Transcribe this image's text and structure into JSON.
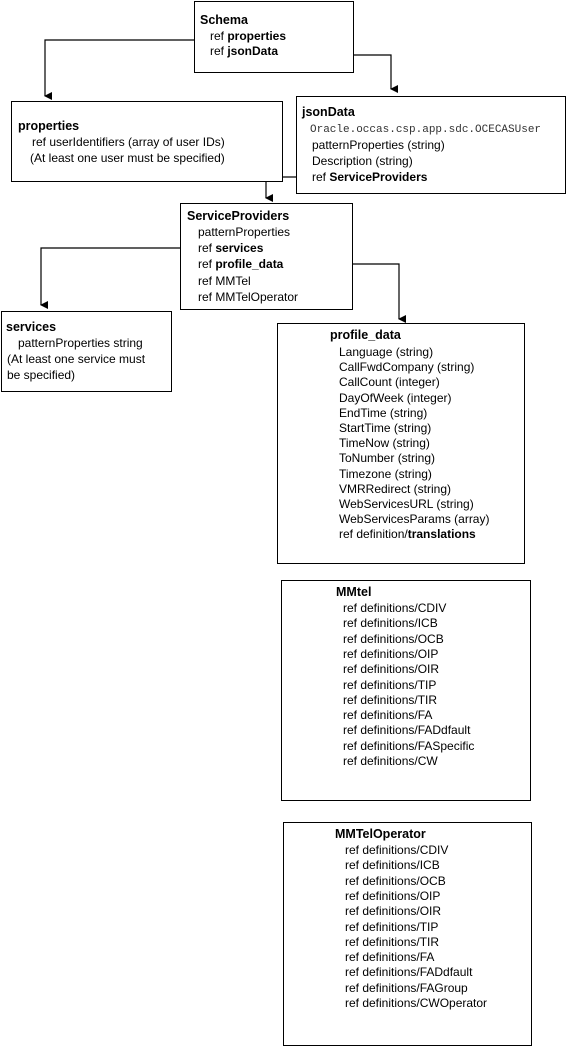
{
  "schema": {
    "title": "Schema",
    "lines": [
      {
        "prefix": "ref ",
        "bold": "properties"
      },
      {
        "prefix": "ref ",
        "bold": "jsonData"
      }
    ]
  },
  "properties": {
    "title": "properties",
    "lines": [
      "ref userIdentifiers (array of user IDs)",
      "(At least one user must be specified)"
    ]
  },
  "jsonData": {
    "title": "jsonData",
    "mono": "Oracle.occas.csp.app.sdc.OCECASUser",
    "lines": [
      "patternProperties (string)",
      "Description (string)"
    ],
    "ref_prefix": "ref ",
    "ref_bold": "ServiceProviders"
  },
  "serviceProviders": {
    "title": "ServiceProviders",
    "line1": "patternProperties",
    "ref_services_prefix": "ref ",
    "ref_services_bold": "services",
    "ref_profile_prefix": "ref ",
    "ref_profile_bold": "profile_data",
    "line4": "ref MMTel",
    "line5": "ref MMTelOperator"
  },
  "services": {
    "title": "services",
    "lines": [
      "patternProperties string",
      "(At least one service must",
      "be specified)"
    ]
  },
  "profileData": {
    "title": "profile_data",
    "lines": [
      "Language (string)",
      "CallFwdCompany (string)",
      "CallCount (integer)",
      "DayOfWeek  (integer)",
      "EndTime  (string)",
      "StartTime  (string)",
      "TimeNow  (string)",
      "ToNumber  (string)",
      "Timezone  (string)",
      "VMRRedirect (string)",
      "WebServicesURL (string)",
      "WebServicesParams (array)"
    ],
    "last_prefix": "ref definition/",
    "last_bold": "translations"
  },
  "mmtel": {
    "title": "MMtel",
    "lines": [
      "ref definitions/CDIV",
      "ref definitions/ICB",
      "ref definitions/OCB",
      "ref definitions/OIP",
      "ref definitions/OIR",
      "ref definitions/TIP",
      "ref definitions/TIR",
      "ref definitions/FA",
      "ref definitions/FADdfault",
      "ref definitions/FASpecific",
      "ref definitions/CW"
    ]
  },
  "mmtelOperator": {
    "title": "MMTelOperator",
    "lines": [
      "ref definitions/CDIV",
      "ref definitions/ICB",
      "ref definitions/OCB",
      "ref definitions/OIP",
      "ref definitions/OIR",
      "ref definitions/TIP",
      "ref definitions/TIR",
      "ref definitions/FA",
      "ref definitions/FADdfault",
      "ref definitions/FAGroup",
      "ref definitions/CWOperator"
    ]
  }
}
